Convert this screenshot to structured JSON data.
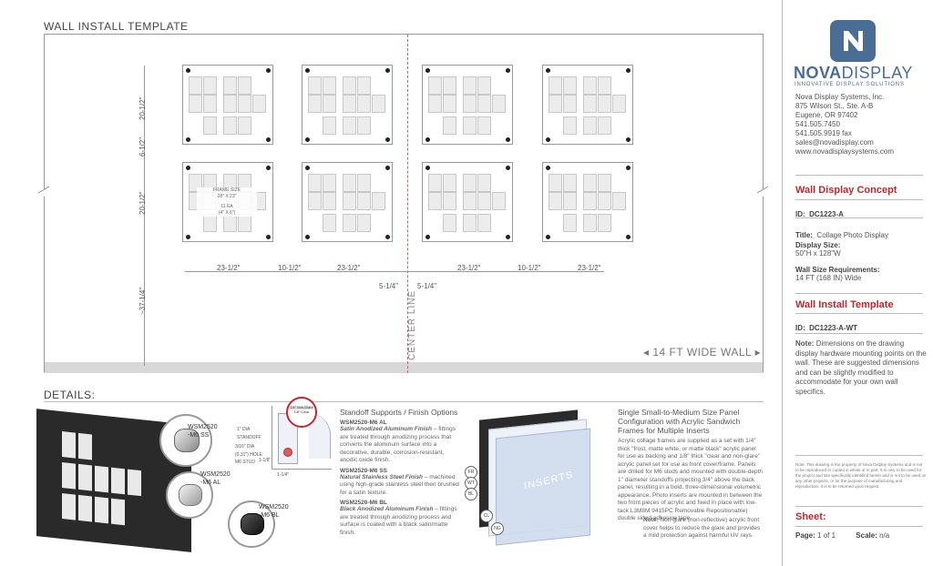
{
  "header": {
    "title": "WALL INSTALL TEMPLATE",
    "details_title": "DETAILS:"
  },
  "drawing": {
    "dim_panel_height_top": "20-1/2\"",
    "dim_gap_vertical": "6-1/2\"",
    "dim_panel_height_bottom": "20-1/2\"",
    "dim_floor_height": "~37-1/4\"",
    "dim_panel_width_1": "23-1/2\"",
    "dim_gap_1": "10-1/2\"",
    "dim_panel_width_2": "23-1/2\"",
    "dim_panel_width_3": "23-1/2\"",
    "dim_gap_2": "10-1/2\"",
    "dim_panel_width_4": "23-1/2\"",
    "dim_center_left": "5-1/4\"",
    "dim_center_right": "5-1/4\"",
    "center_line": "CENTER LINE",
    "wall_width": "14 FT WIDE WALL",
    "frame_note": {
      "line1": "FRAME SIZE",
      "line2": "28\" X 23\"",
      "line3": "11 EA",
      "line4": "(4\" X 6\")"
    }
  },
  "details": {
    "callouts": {
      "a": "WSM2520\n-M6 SS",
      "b": "WSM2520\n-M6 AL",
      "c": "WSM2520\n-M6 BL",
      "dim_small_1": "1\" DIA\nSTANDOFF",
      "dim_small_2": "3/16\" DIA\n(0.31\") HOLE\nM6 STUD",
      "dim_small_3": "1-1/8\"",
      "dim_small_4": "1-1/4\"",
      "bubble_1": "1/4\" Non-Glare",
      "bubble_2": "1/8\" Clear",
      "inserts": "INSERTS",
      "tag_fr": "FR",
      "tag_wt": "WT",
      "tag_bl": "BL",
      "tag_cl": "CL",
      "tag_ng": "NG"
    },
    "standoff": {
      "title": "Standoff Supports / Finish Options",
      "al_code": "WSM2520-M6 AL",
      "al_name": "Satin Anodized Aluminum Finish",
      "al_desc": " – fittings are treated through anodizing process that converts the aluminum surface into a decorative, durable, corrosion-resistant, anodic oxide finish.",
      "ss_code": "WSM2520-M6 SS",
      "ss_name": "Natural Stainless Steel Finish",
      "ss_desc": " – machined using high-grade stainless steel then brushed for a satin texture.",
      "bl_code": "WSM2520-M6 BL",
      "bl_name": "Black Anodized Aluminum Finish",
      "bl_desc": " – fittings are treated through anodizing process and surface is coated with a black satin/matte finish."
    },
    "panel_config": {
      "title": "Single Small-to-Medium Size Panel Configuration with Acrylic Sandwich Frames for Multiple Inserts",
      "body": "Acrylic collage frames are supplied as a set with 1/4\" thick \"frost, matte white, or matte black\" acrylic panel for use as backing and 1/8\" thick \"clear and non-glare\" acrylic panel set for use as front cover/frame. Panels are drilled for M6 studs and mounted with double-depth 1\" diameter standoffs projecting 3/4\" above the back panel, resulting in a bold, three-dimensional volumetric appearance. Photo inserts are mounted in between the two front pieces of acrylic and fixed in place with low-tack L3M8M 9415PC Removable Repositionable) double sided adhesive tape.",
      "note_label": "Note:",
      "note": " Non-glare (non-reflective) acrylic front cover helps to reduce the glare and provides a mild protection against harmful UV rays."
    }
  },
  "sidebar": {
    "logo_text_bold": "NOVA",
    "logo_text_light": "DISPLAY",
    "logo_tagline": "INNOVATIVE DISPLAY SOLUTIONS",
    "address": [
      "Nova Display Systems, Inc.",
      "875 Wilson St., Ste. A-B",
      "Eugene, OR 97402",
      "541.505.7450",
      "541.505.9919 fax",
      "sales@novadisplay.com",
      "www.novadisplaysystems.com"
    ],
    "concept_title": "Wall Display Concept",
    "concept_id_label": "ID:",
    "concept_id": "DC1223-A",
    "title_label": "Title:",
    "title_value": "Collage Photo Display",
    "size_label": "Display Size:",
    "size_value": "50\"H x 128\"W",
    "wall_req_label": "Wall Size Requirements:",
    "wall_req_value": "14 FT (168 IN) Wide",
    "template_title": "Wall Install Template",
    "template_id_label": "ID:",
    "template_id": "DC1223-A-WT",
    "note_label": "Note:",
    "note_text": "Dimensions on the drawing display hardware mounting points on the wall. These are suggested dimensions and can be slightly modified to accommodate for your own wall specifics.",
    "fine_print": "Note: This drawing is the property of Nova Display Systems and is not to be reproduced or copied in whole or in part. It is only to be used for the project and site specifically identified herein and is not to be used on any other projects, or for the purpose of manufacturing and reproduction. It is to be returned upon request.",
    "sheet_title": "Sheet:",
    "page_label": "Page:",
    "page_value": "1 of 1",
    "scale_label": "Scale:",
    "scale_value": "n/a"
  },
  "colors": {
    "accent_red": "#c1272d",
    "logo_blue": "#4a6d96"
  }
}
